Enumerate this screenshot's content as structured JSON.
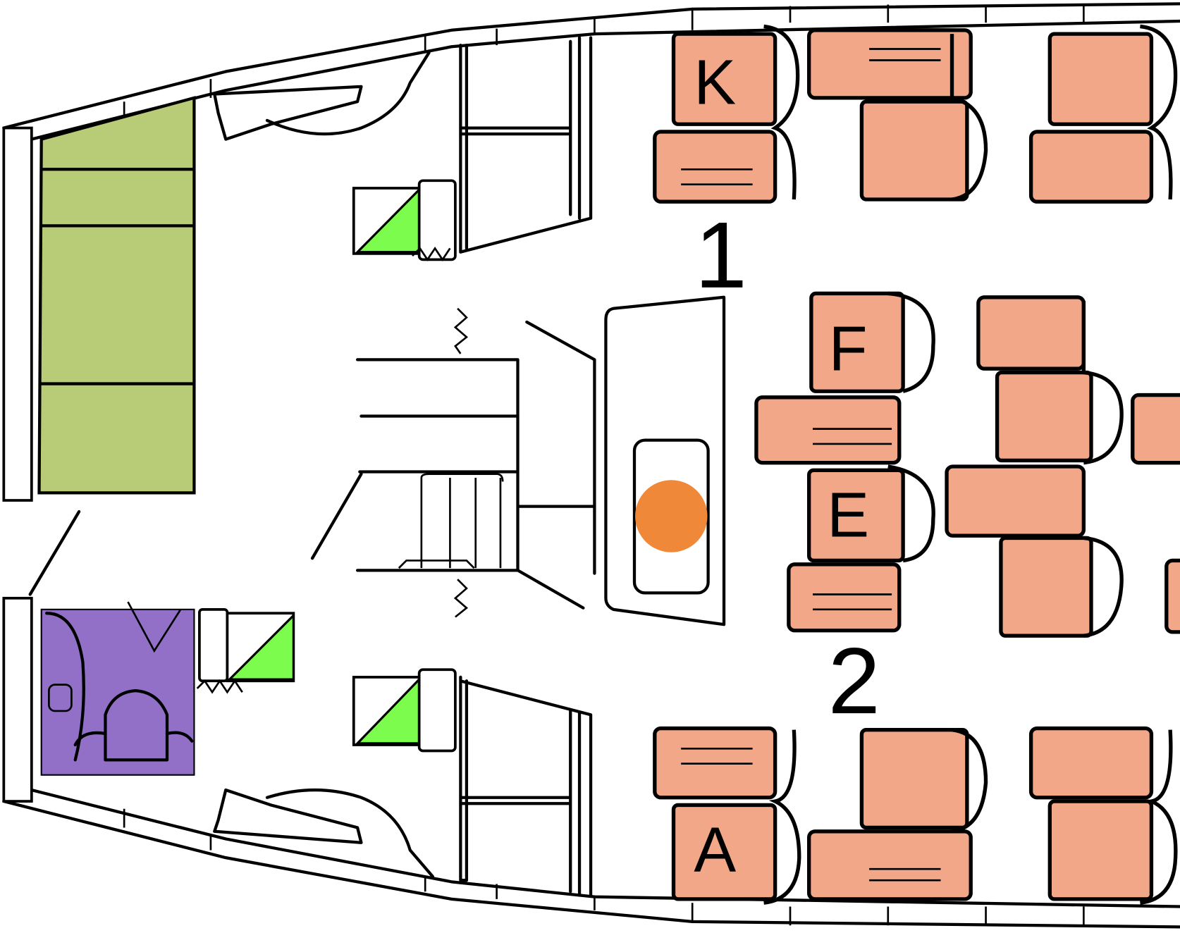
{
  "seat_map": {
    "seat_labels": {
      "k": "K",
      "f": "F",
      "e": "E",
      "a": "A"
    },
    "row_labels": {
      "row1": "1",
      "row2": "2"
    }
  },
  "colors": {
    "seat": "#f2a788",
    "closet": "#b8cc78",
    "lavatory": "#9370c8",
    "galley_marker": "#7cfc4c",
    "bassinet_marker": "#f0883a"
  }
}
